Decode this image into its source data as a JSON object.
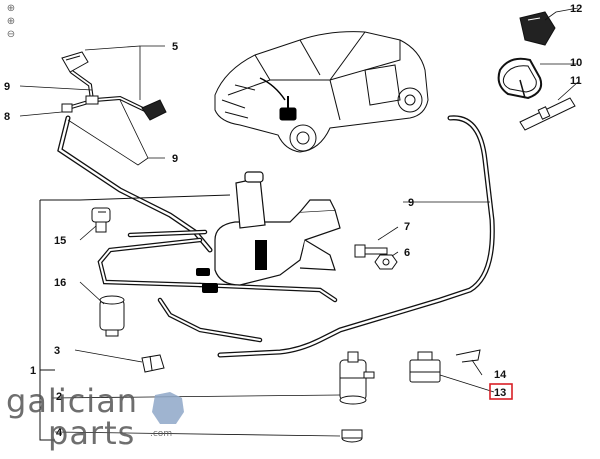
{
  "toolbar": {
    "zoom_in_icon": "magnifier-plus-icon",
    "zoom_reset_icon": "magnifier-reset-icon",
    "zoom_out_icon": "magnifier-minus-icon"
  },
  "diagram": {
    "callouts": [
      "1",
      "2",
      "3",
      "4",
      "5",
      "6",
      "7",
      "8",
      "9",
      "10",
      "11",
      "12",
      "13",
      "14",
      "15",
      "16"
    ],
    "labels": {
      "c1": "1",
      "c2": "2",
      "c3": "3",
      "c4": "4",
      "c5": "5",
      "c6": "6",
      "c7": "7",
      "c8": "8",
      "c9a": "9",
      "c9b": "9",
      "c9c": "9",
      "c10": "10",
      "c11": "11",
      "c12": "12",
      "c13": "13",
      "c14": "14",
      "c15": "15",
      "c16": "16"
    },
    "highlighted_callout": "13",
    "highlight_color": "#d81f26"
  },
  "watermark": {
    "logo_word_1": "galician",
    "logo_word_2": "parts",
    "logo_suffix": ".com",
    "color": "#5a5a5a"
  }
}
